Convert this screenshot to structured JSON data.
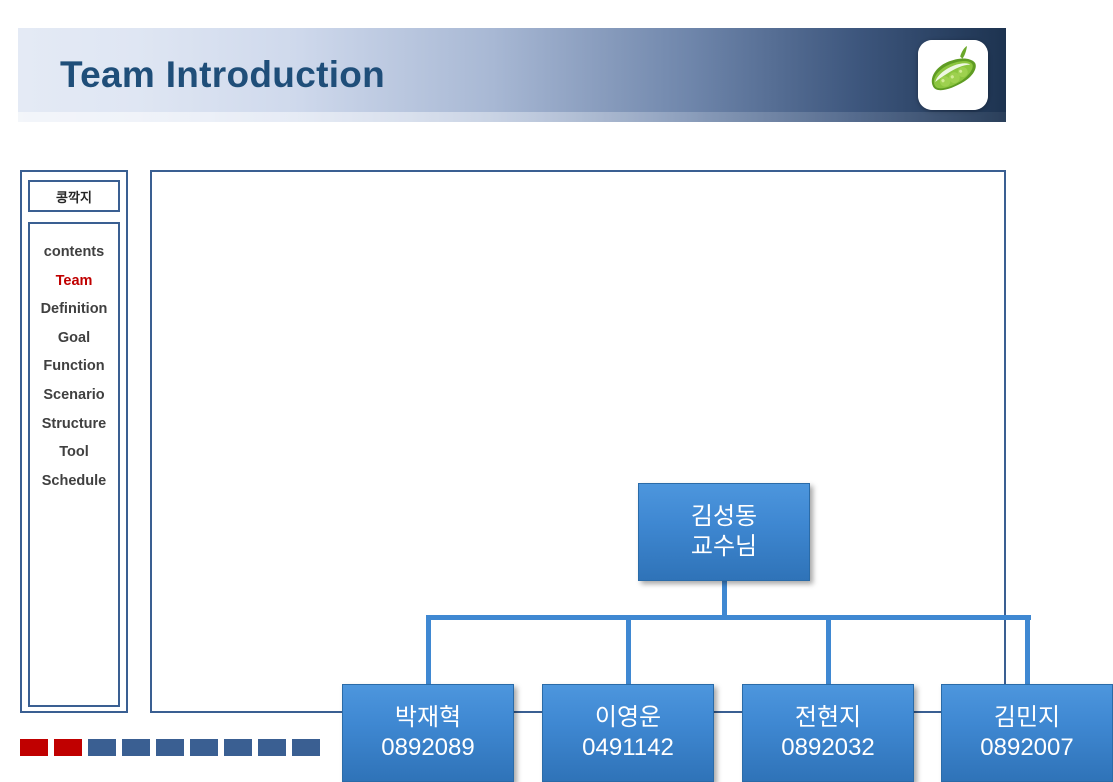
{
  "header": {
    "title": "Team Introduction",
    "logo_icon": "pea-pod-icon",
    "gradient_from": "#e4eaf5",
    "gradient_to": "#1d3350",
    "title_color": "#1f4e79"
  },
  "sidebar": {
    "title": "콩깍지",
    "items": [
      {
        "label": "contents",
        "active": false
      },
      {
        "label": "Team",
        "active": true
      },
      {
        "label": "Definition",
        "active": false
      },
      {
        "label": "Goal",
        "active": false
      },
      {
        "label": "Function",
        "active": false
      },
      {
        "label": "Scenario",
        "active": false
      },
      {
        "label": "Structure",
        "active": false
      },
      {
        "label": "Tool",
        "active": false
      },
      {
        "label": "Schedule",
        "active": false
      }
    ],
    "active_color": "#c00000",
    "item_color": "#404040",
    "border_color": "#3a5f92"
  },
  "org_chart": {
    "root": {
      "name": "김성동",
      "title": "교수님"
    },
    "members": [
      {
        "name": "박재혁",
        "id": "0892089"
      },
      {
        "name": "이영운",
        "id": "0491142"
      },
      {
        "name": "전현지",
        "id": "0892032"
      },
      {
        "name": "김민지",
        "id": "0892007"
      }
    ],
    "node_color": "#3f88d2",
    "connector_color": "#3f88d2"
  },
  "footer": {
    "squares": [
      {
        "color": "#c00000"
      },
      {
        "color": "#c00000"
      },
      {
        "color": "#3a5f92"
      },
      {
        "color": "#3a5f92"
      },
      {
        "color": "#3a5f92"
      },
      {
        "color": "#3a5f92"
      },
      {
        "color": "#3a5f92"
      },
      {
        "color": "#3a5f92"
      },
      {
        "color": "#3a5f92"
      }
    ]
  }
}
